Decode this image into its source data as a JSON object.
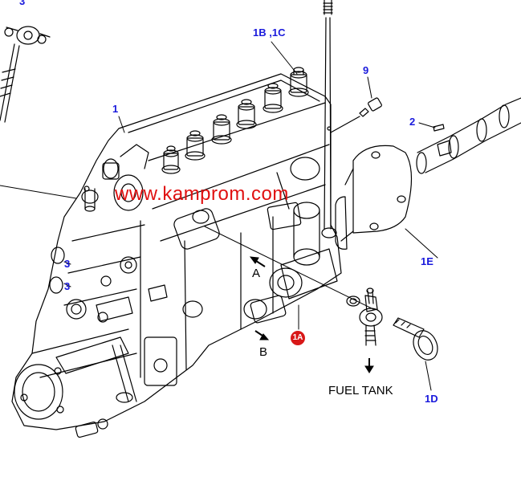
{
  "callouts": {
    "top_left_partial": "3",
    "c1": "1",
    "c1b1c": "1B ,1C",
    "c9": "9",
    "c2": "2",
    "c1e": "1E",
    "c3a": "3",
    "c3b": "3",
    "c1d": "1D"
  },
  "badge_1a": "1A",
  "arrows": {
    "a": "A",
    "b": "B"
  },
  "fuel_tank_label": "FUEL TANK",
  "watermark": "www.kamprom.com",
  "colors": {
    "callout": "#1a1adc",
    "watermark": "#e01010",
    "badge": "#d81818",
    "lines": "#000000"
  }
}
